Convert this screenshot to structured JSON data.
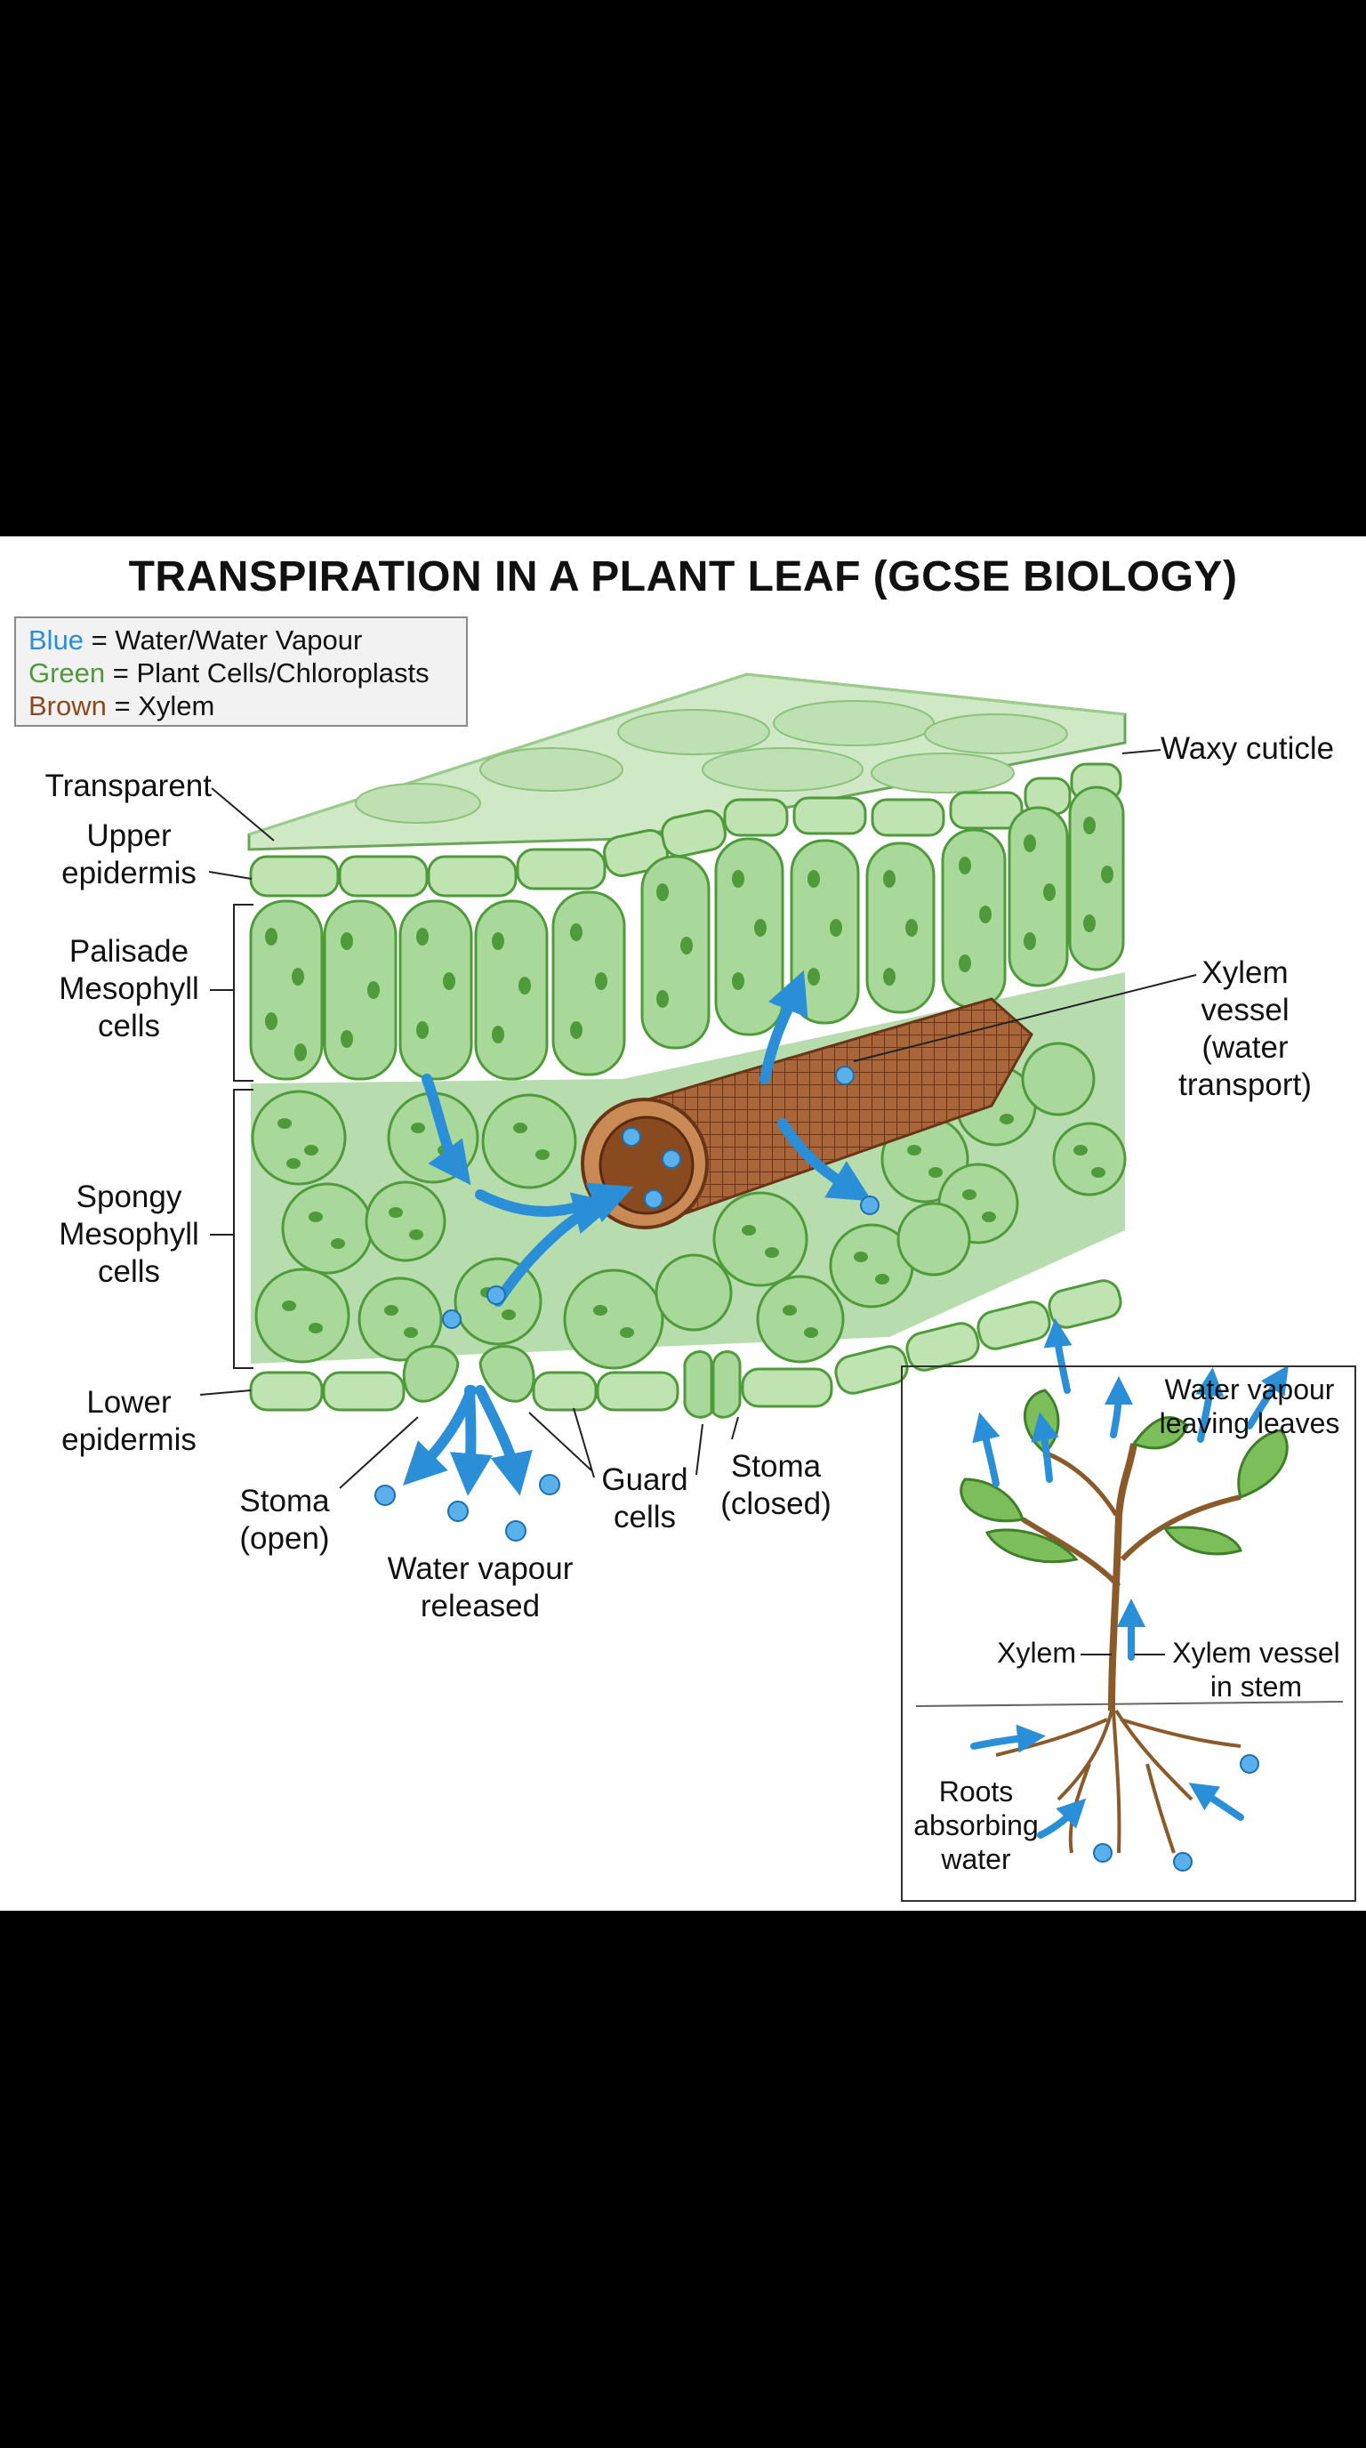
{
  "title": "TRANSPIRATION IN A PLANT LEAF (GCSE BIOLOGY)",
  "legend": [
    {
      "key": "Blue",
      "text": " = Water/Water Vapour",
      "color": "#2a8fd6"
    },
    {
      "key": "Green",
      "text": " = Plant Cells/Chloroplasts",
      "color": "#4f9a3a"
    },
    {
      "key": "Brown",
      "text": " = Xylem",
      "color": "#8a4a20"
    }
  ],
  "labels": {
    "transparent": "Transparent",
    "upper_epidermis": "Upper\nepidermis",
    "palisade": "Palisade\nMesophyll\ncells",
    "spongy": "Spongy\nMesophyll\ncells",
    "lower_epidermis": "Lower\nepidermis",
    "stoma_open": "Stoma\n(open)",
    "water_vapour_released": "Water vapour\nreleased",
    "guard_cells": "Guard\ncells",
    "stoma_closed": "Stoma\n(closed)",
    "waxy_cuticle": "Waxy cuticle",
    "xylem_vessel": "Xylem\nvessel\n(water\ntransport)"
  },
  "inset": {
    "water_vapour_leaving": "Water vapour\nleaving leaves",
    "xylem": "Xylem",
    "xylem_vessel_stem": "Xylem vessel\nin stem",
    "roots": "Roots\nabsorbing\nwater"
  },
  "colors": {
    "water": "#2a8fd6",
    "cell_fill": "#a9d99a",
    "cell_stroke": "#4f9a3a",
    "chloroplast": "#3f8a3a",
    "xylem": "#8a4a20"
  }
}
